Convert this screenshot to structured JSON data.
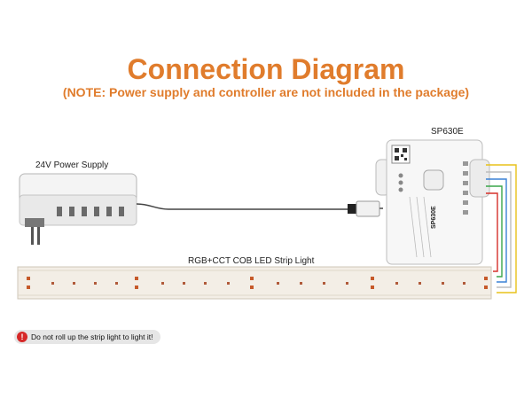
{
  "header": {
    "title": "Connection Diagram",
    "note": "(NOTE: Power supply and controller are not included in the package)"
  },
  "power_supply": {
    "label": "24V Power Supply"
  },
  "controller": {
    "label": "SP630E",
    "model_mark": "SP630E"
  },
  "strip": {
    "label": "RGB+CCT COB LED Strip Light"
  },
  "warning": {
    "text": "Do not roll up the strip light to light it!",
    "icon": "exclamation-icon"
  },
  "colors": {
    "title": "#e07c2c",
    "note": "#e07c2c",
    "strip_base": "#f3eee6",
    "strip_edge": "#cfc7b8",
    "wire_yellow": "#e8c21a",
    "wire_blue": "#3b82d6",
    "wire_green": "#3aa64a",
    "wire_red": "#d6302a",
    "wire_white": "#bdbdbd",
    "wire_dark": "#555555"
  }
}
